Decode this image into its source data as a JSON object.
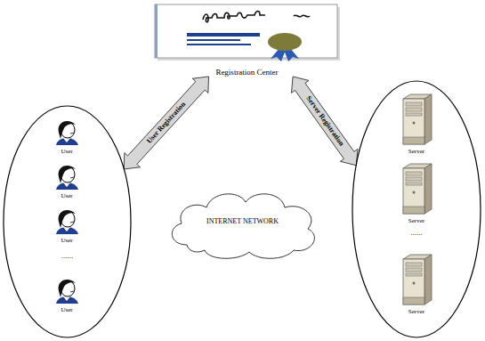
{
  "diagram": {
    "nodes": [
      {
        "text": [
          "Registration Center"
        ]
      },
      {
        "text": [
          "......"
        ]
      },
      {
        "text": [
          "User"
        ],
        "in": 1
      },
      {
        "text": [
          "User"
        ],
        "in": 1
      },
      {
        "text": [
          "User"
        ],
        "in": 1
      },
      {
        "text": [
          "User"
        ],
        "in": 1
      },
      {
        "text": [
          "......"
        ]
      },
      {
        "text": [
          "Server"
        ],
        "in": 6
      },
      {
        "text": [
          "Server"
        ],
        "in": 6
      },
      {
        "text": [
          "Server"
        ],
        "in": 6
      },
      {
        "text": [
          "INTERNET NETWORK"
        ]
      }
    ],
    "edges": [
      {
        "from": 1,
        "to": 0,
        "arrow": "both",
        "label": "User Registration"
      },
      {
        "from": 0,
        "to": 6,
        "arrow": "both",
        "label": "Server Registration"
      }
    ]
  }
}
